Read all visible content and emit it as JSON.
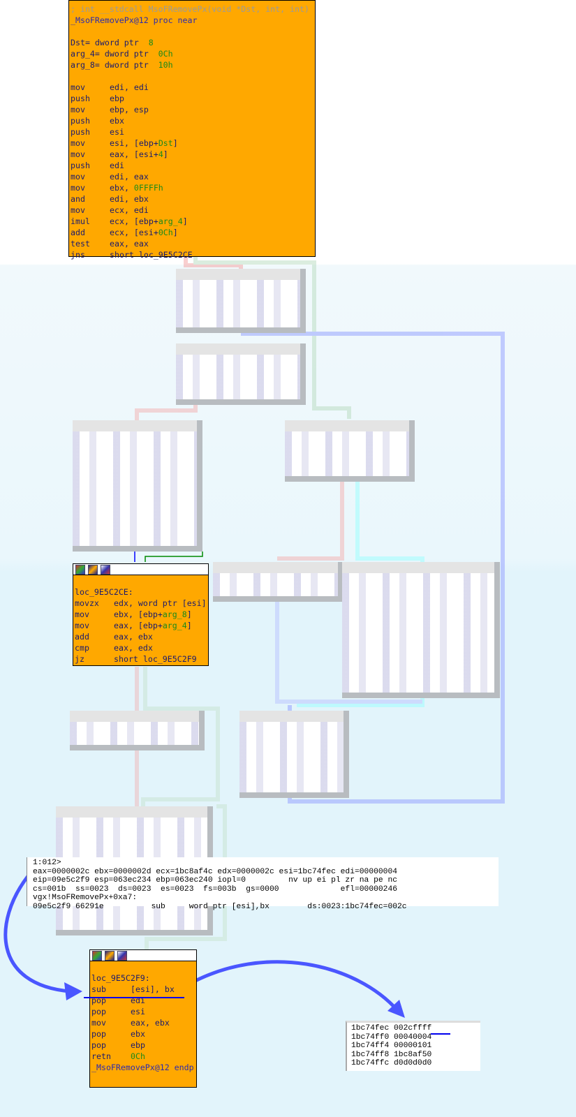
{
  "main_block": {
    "comment": "; int __stdcall MsoFRemovePx(void *Dst, int, int)",
    "proc": "_MsoFRemovePx@12 proc near",
    "vars": [
      [
        "Dst= dword ptr  ",
        "8"
      ],
      [
        "arg_4= dword ptr  ",
        "0Ch"
      ],
      [
        "arg_8= dword ptr  ",
        "10h"
      ]
    ],
    "instructions": [
      [
        "mov",
        "edi, edi"
      ],
      [
        "push",
        "ebp"
      ],
      [
        "mov",
        "ebp, esp"
      ],
      [
        "push",
        "ebx"
      ],
      [
        "push",
        "esi"
      ],
      [
        "mov",
        "esi, [ebp+Dst]"
      ],
      [
        "mov",
        "eax, [esi+4]"
      ],
      [
        "push",
        "edi"
      ],
      [
        "mov",
        "edi, eax"
      ],
      [
        "mov",
        "ebx, 0FFFFh"
      ],
      [
        "and",
        "edi, ebx"
      ],
      [
        "mov",
        "ecx, edi"
      ],
      [
        "imul",
        "ecx, [ebp+arg_4]"
      ],
      [
        "add",
        "ecx, [esi+0Ch]"
      ],
      [
        "test",
        "eax, eax"
      ],
      [
        "jns",
        "short loc_9E5C2CE"
      ]
    ]
  },
  "block_2": {
    "label": "loc_9E5C2CE:",
    "instructions": [
      [
        "movzx",
        "edx, word ptr [esi]"
      ],
      [
        "mov",
        "ebx, [ebp+arg_8]"
      ],
      [
        "mov",
        "eax, [ebp+arg_4]"
      ],
      [
        "add",
        "eax, ebx"
      ],
      [
        "cmp",
        "eax, edx"
      ],
      [
        "jz",
        "short loc_9E5C2F9"
      ]
    ]
  },
  "block_3": {
    "label": "loc_9E5C2F9:",
    "instructions": [
      [
        "sub",
        "[esi], bx"
      ],
      [
        "pop",
        "edi"
      ],
      [
        "pop",
        "esi"
      ],
      [
        "mov",
        "eax, ebx"
      ],
      [
        "pop",
        "ebx"
      ],
      [
        "pop",
        "ebp"
      ],
      [
        "retn",
        "0Ch"
      ]
    ],
    "endp": "_MsoFRemovePx@12 endp"
  },
  "registers": {
    "lines": [
      "1:012>",
      "eax=0000002c ebx=0000002d ecx=1bc8af4c edx=0000002c esi=1bc74fec edi=00000004",
      "eip=09e5c2f9 esp=063ec234 ebp=063ec240 iopl=0         nv up ei pl zr na pe nc",
      "cs=001b  ss=0023  ds=0023  es=0023  fs=003b  gs=0000             efl=00000246",
      "vgx!MsoFRemovePx+0xa7:",
      "09e5c2f9 66291e          sub     word ptr [esi],bx        ds:0023:1bc74fec=002c"
    ]
  },
  "memory": {
    "rows": [
      [
        "1bc74fec",
        "002cffff"
      ],
      [
        "1bc74ff0",
        "00040004"
      ],
      [
        "1bc74ff4",
        "00000101"
      ],
      [
        "1bc74ff8",
        "1bc8af50"
      ],
      [
        "1bc74ffc",
        "d0d0d0d0"
      ]
    ]
  },
  "icons": [
    "graph-icon",
    "pencil-icon",
    "comment-icon"
  ],
  "colors": {
    "block": "#ffa800",
    "arrow": "#4a56ff"
  }
}
